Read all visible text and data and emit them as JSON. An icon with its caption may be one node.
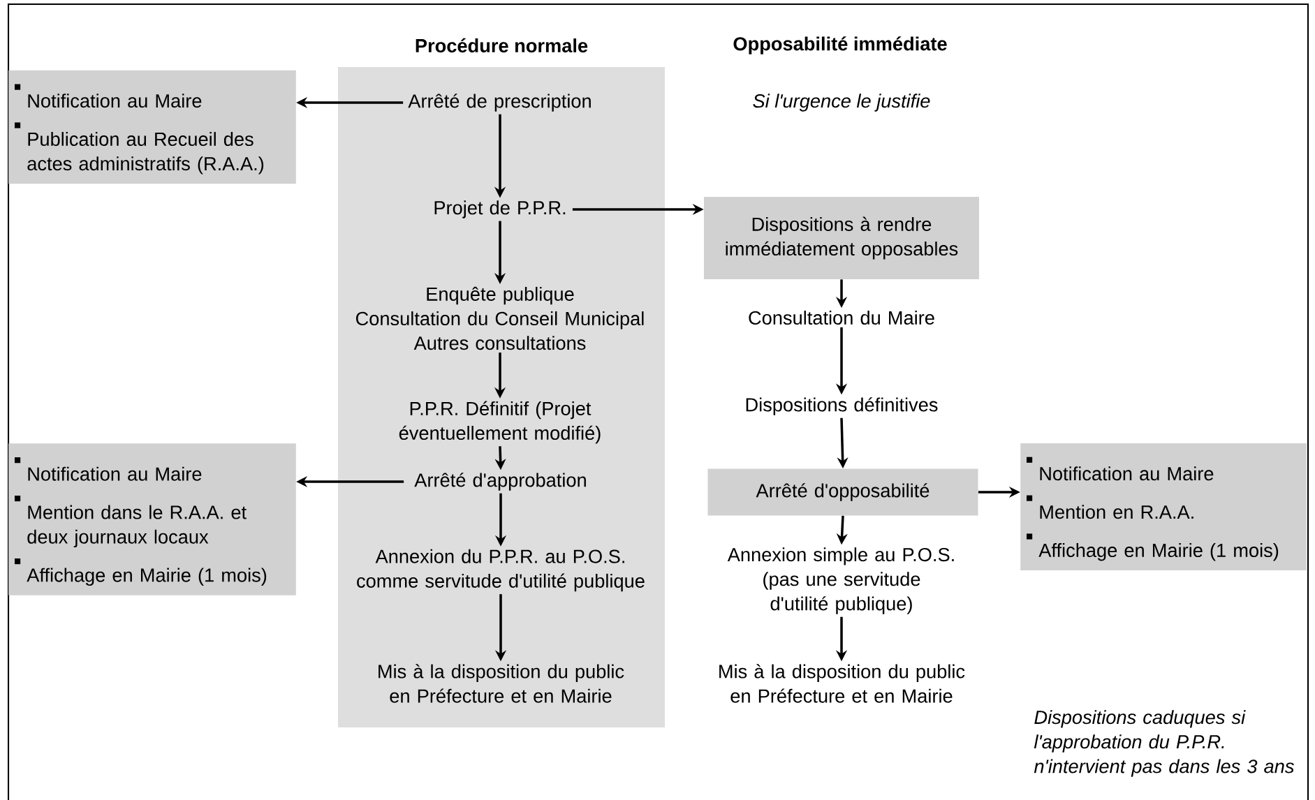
{
  "diagram": {
    "nodes": [
      {
        "text": [
          "Procédure normale"
        ]
      },
      {
        "text": [
          "Notification au Maire",
          "Publication au Recueil des actes administratifs (R.A.A.)"
        ]
      },
      {
        "text": [
          "Arrêté de prescription"
        ],
        "in": 0
      },
      {
        "text": [
          "Projet de P.P.R."
        ],
        "in": 0
      },
      {
        "text": [
          "Enquête publique",
          "Consultation du Conseil Municipal",
          "Autres consultations"
        ],
        "in": 0
      },
      {
        "text": [
          "P.P.R. Définitif (Projet éventuellement modifié)"
        ],
        "in": 0
      },
      {
        "text": [
          "Arrêté d'approbation"
        ],
        "in": 0
      },
      {
        "text": [
          "Notification au Maire",
          "Mention dans le R.A.A. et deux journaux locaux",
          "Affichage en Mairie (1 mois)"
        ]
      },
      {
        "text": [
          "Annexion du P.P.R. au P.O.S. comme servitude d'utilité publique"
        ],
        "in": 0
      },
      {
        "text": [
          "Mis à la disposition du public en Préfecture et en Mairie"
        ],
        "in": 0
      },
      {
        "text": [
          "Dispositions à rendre immédiatement opposables"
        ]
      },
      {
        "text": [
          "Consultation du Maire"
        ]
      },
      {
        "text": [
          "Dispositions définitives"
        ]
      },
      {
        "text": [
          "Arrêté d'opposabilité"
        ]
      },
      {
        "text": [
          "Notification au Maire",
          "Mention en R.A.A.",
          "Affichage en Mairie (1 mois)"
        ]
      },
      {
        "text": [
          "Annexion simple au P.O.S. (pas une servitude d'utilité publique)"
        ]
      },
      {
        "text": [
          "Mis à la disposition du public en Préfecture et en Mairie"
        ]
      }
    ],
    "edges": [
      {
        "from": 2,
        "to": 1,
        "arrow": "to"
      },
      {
        "from": 2,
        "to": 3,
        "arrow": "to"
      },
      {
        "from": 3,
        "to": 4,
        "arrow": "to"
      },
      {
        "from": 3,
        "to": 10,
        "arrow": "to"
      },
      {
        "from": 4,
        "to": 5,
        "arrow": "to"
      },
      {
        "from": 5,
        "to": 6,
        "arrow": "to"
      },
      {
        "from": 6,
        "to": 7,
        "arrow": "to"
      },
      {
        "from": 6,
        "to": 8,
        "arrow": "to"
      },
      {
        "from": 8,
        "to": 9,
        "arrow": "to"
      },
      {
        "from": 10,
        "to": 11,
        "arrow": "to"
      },
      {
        "from": 11,
        "to": 12,
        "arrow": "to"
      },
      {
        "from": 12,
        "to": 13,
        "arrow": "to"
      },
      {
        "from": 13,
        "to": 14,
        "arrow": "to"
      },
      {
        "from": 13,
        "to": 15,
        "arrow": "to"
      },
      {
        "from": 15,
        "to": 16,
        "arrow": "to"
      }
    ],
    "labels": [
      "Opposabilité immédiate",
      "Si l'urgence le justifie",
      "Dispositions caduques si l'approbation du P.P.R. n'intervient pas dans les 3 ans"
    ]
  }
}
